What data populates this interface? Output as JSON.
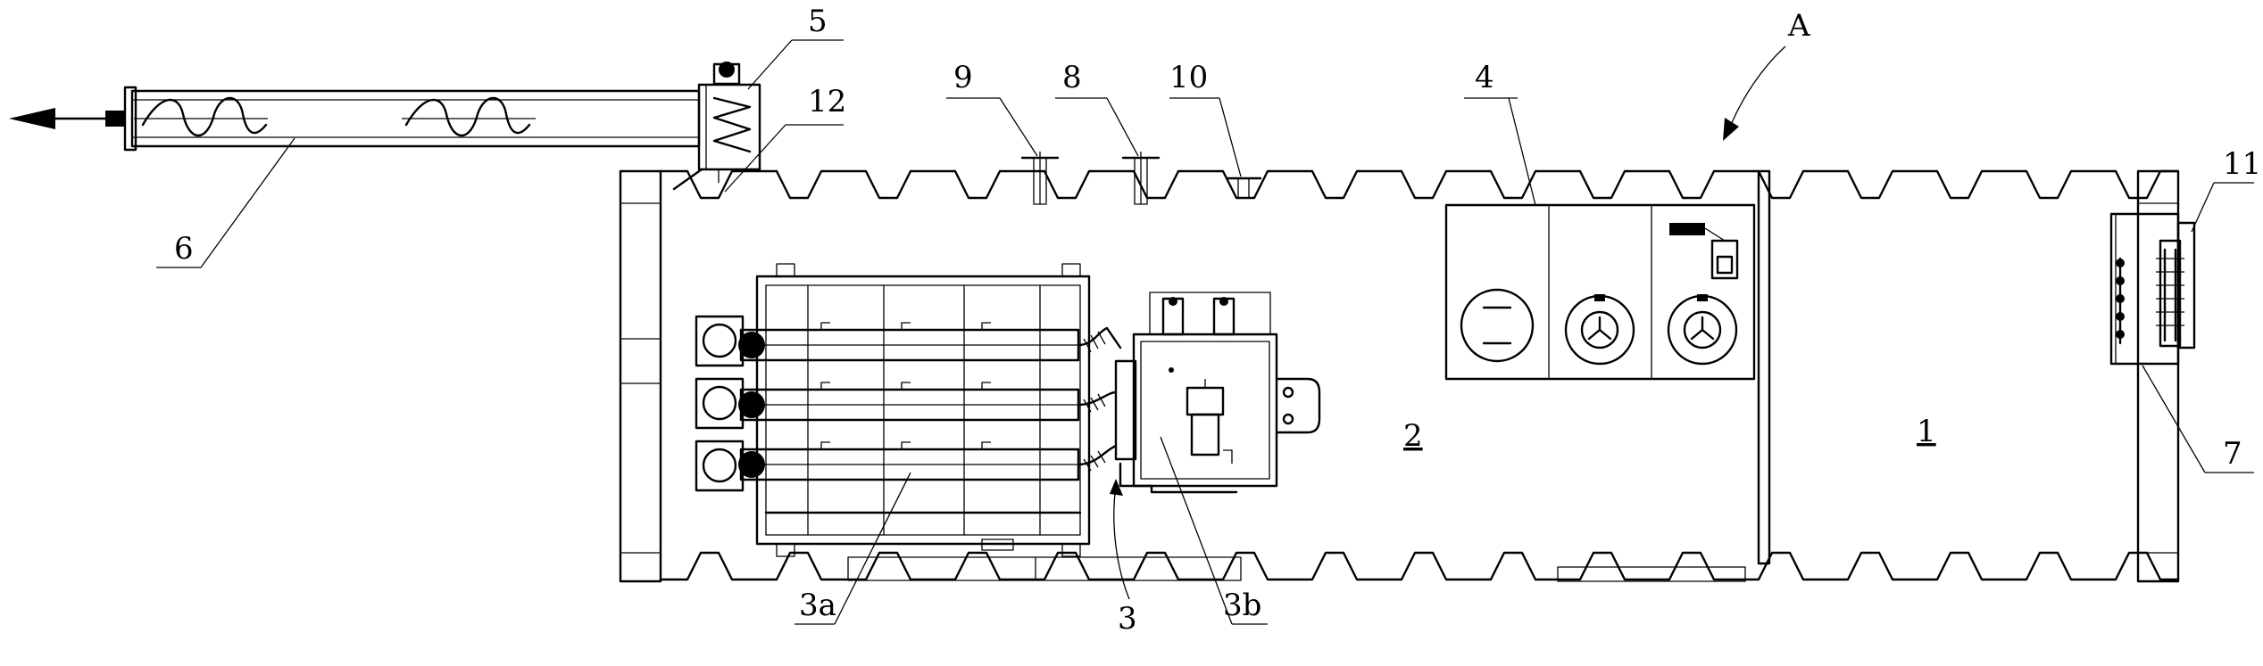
{
  "labels": {
    "l1": "1",
    "l2": "2",
    "l3": "3",
    "l3a": "3a",
    "l3b": "3b",
    "l4": "4",
    "l5": "5",
    "l6": "6",
    "l7": "7",
    "l8": "8",
    "l9": "9",
    "l10": "10",
    "l11": "11",
    "l12": "12",
    "lA": "A"
  }
}
